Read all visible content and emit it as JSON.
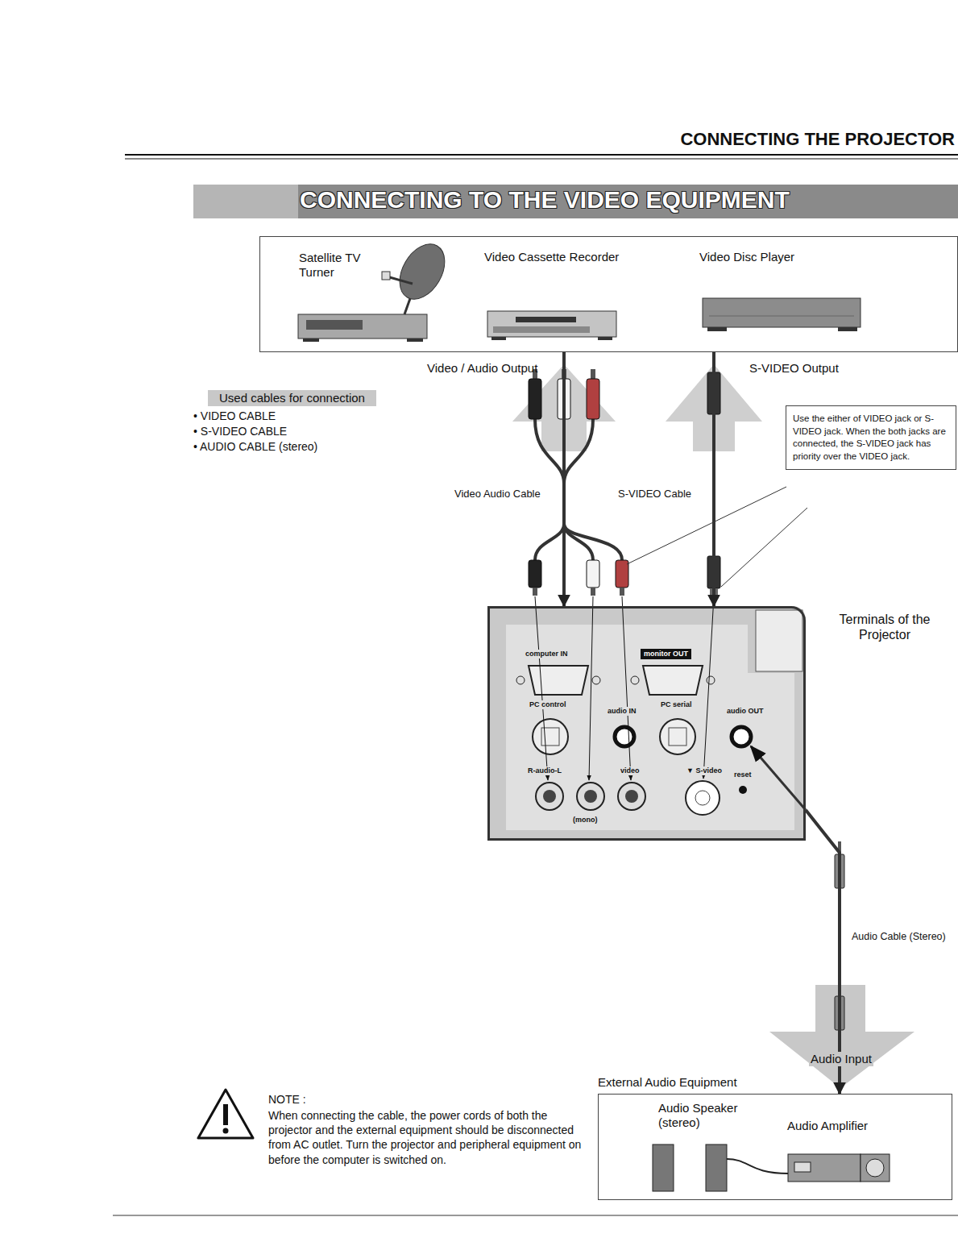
{
  "diagram": {
    "title": "CONNECTING TO THE VIDEO EQUIPMENT",
    "nodes": [
      {
        "text": [
          "Satellite TV Turner",
          "Video Cassette Recorder",
          "Video Disc Player"
        ]
      },
      {
        "text": [
          "Use the either of VIDEO jack or S-VIDEO jack. When the both jacks are connected, the S-VIDEO jack has priority over the VIDEO jack."
        ]
      },
      {
        "text": [
          "Terminals of the Projector"
        ]
      },
      {
        "text": [
          "External Audio Equipment",
          "Audio Speaker (stereo)",
          "Audio Amplifier"
        ]
      }
    ],
    "edges": [
      {
        "from": 0,
        "to": 2,
        "arrow": "to",
        "label": "Video Audio Cable"
      },
      {
        "from": 0,
        "to": 2,
        "arrow": "to",
        "label": "S-VIDEO Cable"
      },
      {
        "from": 2,
        "to": 3,
        "arrow": "to",
        "label": "Audio Cable (Stereo)"
      }
    ],
    "labels": [
      "CONNECTING THE PROJECTOR",
      "Video / Audio Output",
      "S-VIDEO Output",
      "Used cables for connection",
      "• VIDEO CABLE",
      "• S-VIDEO CABLE",
      "• AUDIO CABLE (stereo)",
      "computer IN",
      "monitor OUT",
      "PC control",
      "audio IN",
      "PC serial",
      "audio OUT",
      "R-audio-L",
      "video",
      "(mono)",
      "▼ S-video",
      "reset",
      "Audio Input",
      "NOTE :",
      "When connecting the cable, the power cords of both the projector and the external equipment should be disconnected from AC outlet. Turn the projector and peripheral equipment on before the computer is switched on."
    ]
  }
}
